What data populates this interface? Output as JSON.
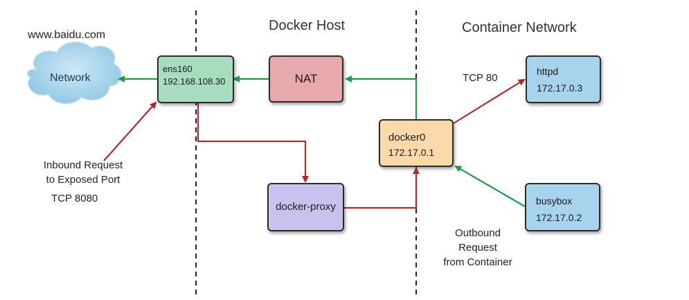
{
  "watermark": "www.baidu.com",
  "regions": {
    "docker_host": "Docker Host",
    "container_network": "Container Network"
  },
  "network": {
    "label": "Network"
  },
  "nodes": {
    "ens160": {
      "name": "ens160",
      "ip": "192.168.108.30"
    },
    "nat": {
      "name": "NAT"
    },
    "docker_proxy": {
      "name": "docker-proxy"
    },
    "docker0": {
      "name": "docker0",
      "ip": "172.17.0.1"
    },
    "httpd": {
      "name": "httpd",
      "ip": "172.17.0.3"
    },
    "busybox": {
      "name": "busybox",
      "ip": "172.17.0.2"
    }
  },
  "annotations": {
    "tcp80": "TCP 80",
    "inbound": [
      "Inbound Request",
      "to Exposed Port"
    ],
    "inbound_port": "TCP 8080",
    "outbound": [
      "Outbound",
      "Request",
      "from Container"
    ]
  },
  "colors": {
    "green_arrow": "#1e9a4b",
    "red_arrow": "#b3262f",
    "ens160_fill": "#a8dcbf",
    "nat_fill": "#e8a9ad",
    "proxy_fill": "#c7c3ee",
    "docker0_fill": "#fbd9ab",
    "container_fill": "#a8d3ec",
    "cloud_fill": "#9fcfe8"
  }
}
